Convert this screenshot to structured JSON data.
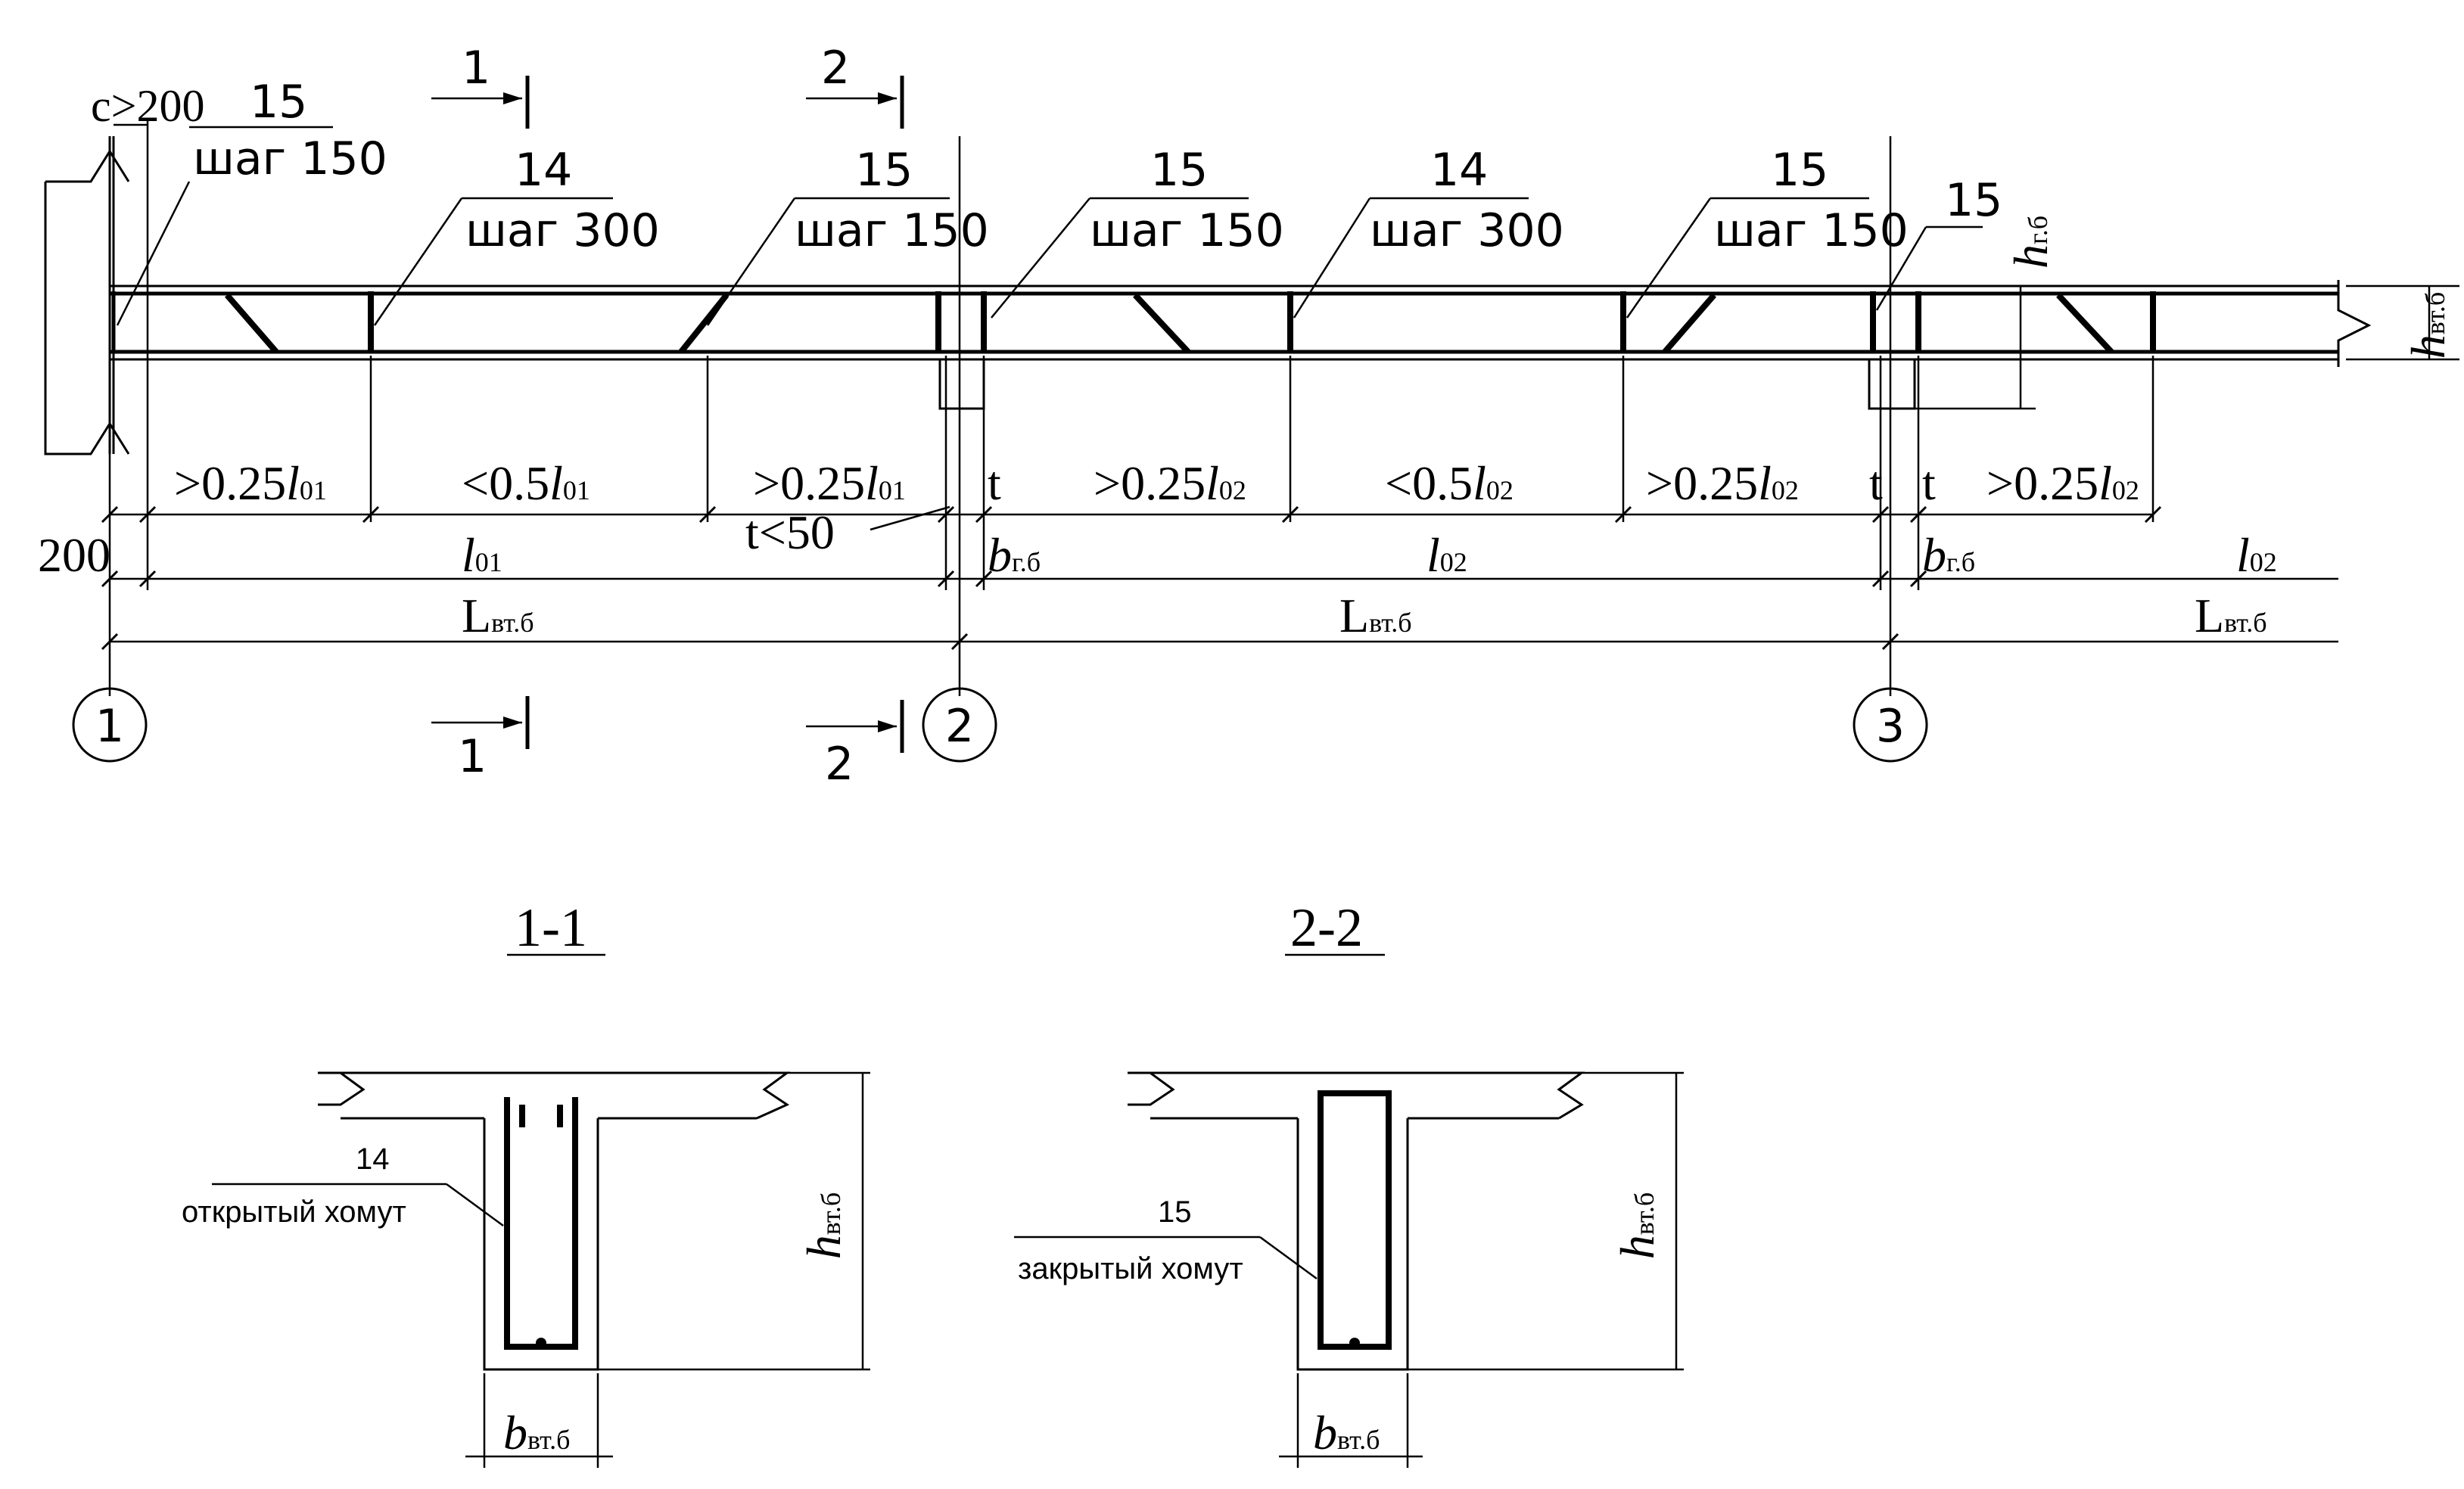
{
  "marks": {
    "c200": "c>200",
    "m15": "15",
    "m14": "14",
    "step150": "шаг 150",
    "step300": "шаг 300"
  },
  "dims": {
    "d025_01": ">0.25",
    "d05_01": "<0.5",
    "d025_02": ">0.25",
    "d05_02": "<0.5",
    "l_letter": "l",
    "sub01": "01",
    "sub02": "02",
    "t": "t",
    "t50": "t<50",
    "d200": "200",
    "L": "L",
    "sub_vtb": "вт.б",
    "b": "b",
    "sub_gb": "г.б",
    "h": "h"
  },
  "axes": [
    "1",
    "2",
    "3"
  ],
  "cuts": [
    "1",
    "2"
  ],
  "sections": {
    "s1_title": "1-1",
    "s2_title": "2-2",
    "s1_mark": "14",
    "s1_label": "открытый хомут",
    "s2_mark": "15",
    "s2_label": "закрытый хомут"
  }
}
